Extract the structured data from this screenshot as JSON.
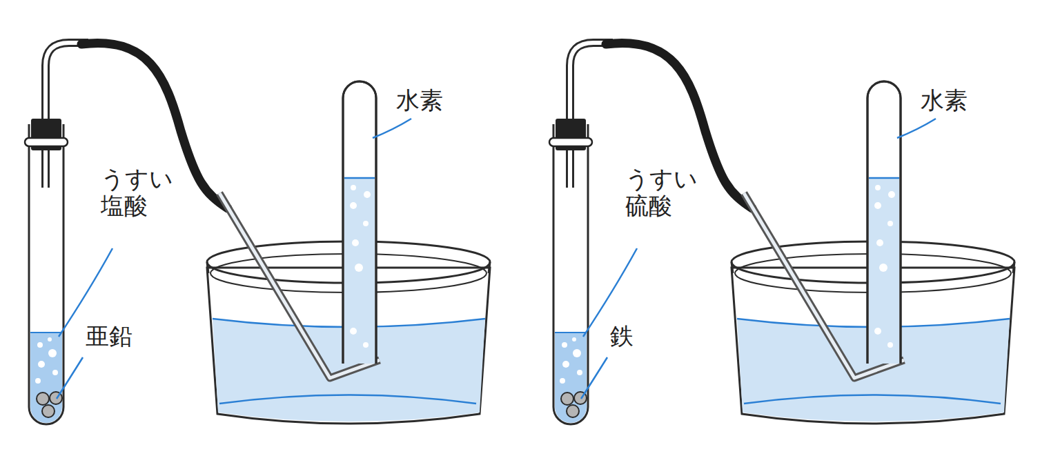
{
  "diagram": {
    "labels": [
      "水素",
      "うすい 塩酸",
      "亜鉛",
      "水素",
      "うすい 硫酸",
      "鉄"
    ]
  }
}
